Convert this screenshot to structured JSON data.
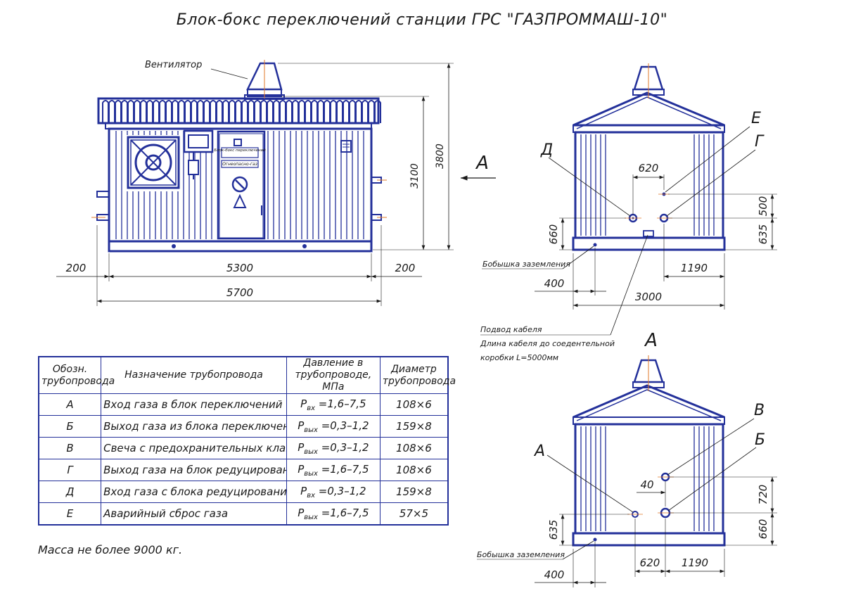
{
  "title": "Блок-бокс переключений станции ГРС \"ГАЗПРОММАШ-10\"",
  "front_view": {
    "fan_label": "Вентилятор",
    "door_plate_1": "Блок-бокс переключений",
    "door_plate_2": "Огнеопасно-газ",
    "dims": {
      "height_low": "3100",
      "height_high": "3800",
      "left_offset": "200",
      "body_width": "5300",
      "right_offset": "200",
      "total_width": "5700"
    },
    "arrow_label": "А"
  },
  "side_view_top": {
    "labels": {
      "D": "Д",
      "E": "Е",
      "G": "Г"
    },
    "dims": {
      "d620": "620",
      "d500": "500",
      "d660": "660",
      "d635": "635",
      "d1190": "1190",
      "d400": "400",
      "d3000": "3000"
    },
    "ground_boss": "Бобышка заземления"
  },
  "cable_note": {
    "line1": "Подвод кабеля",
    "line2": "Длина кабеля до соедентельной",
    "line3": "коробки L=5000мм"
  },
  "view_a": {
    "view_label": "А",
    "labels": {
      "V": "В",
      "B": "Б",
      "A": "А"
    },
    "dims": {
      "d40": "40",
      "d720": "720",
      "d635": "635",
      "d660": "660",
      "d620": "620",
      "d1190": "1190",
      "d400": "400"
    },
    "ground_boss": "Бобышка заземления"
  },
  "table": {
    "headers": {
      "designation": "Обозн. трубопровода",
      "purpose": "Назначение трубопровода",
      "pressure": "Давление в трубопроводе, МПа",
      "diameter": "Диаметр трубопровода"
    },
    "rows": [
      {
        "id": "А",
        "purpose": "Вход газа в блок переключений",
        "p_main": "P",
        "p_sub": "вх",
        "p_val": " =1,6–7,5",
        "diameter": "108×6"
      },
      {
        "id": "Б",
        "purpose": "Выход газа из блока переключений",
        "p_main": "P",
        "p_sub": "вых",
        "p_val": " =0,3–1,2",
        "diameter": "159×8"
      },
      {
        "id": "В",
        "purpose": "Свеча с предохранительных клапанов",
        "p_main": "P",
        "p_sub": "вых",
        "p_val": " =0,3–1,2",
        "diameter": "108×6"
      },
      {
        "id": "Г",
        "purpose": "Выход газа на блок редуцирования",
        "p_main": "P",
        "p_sub": "вых",
        "p_val": " =1,6–7,5",
        "diameter": "108×6"
      },
      {
        "id": "Д",
        "purpose": "Вход газа с блока редуцирования",
        "p_main": "P",
        "p_sub": "вх",
        "p_val": " =0,3–1,2",
        "diameter": "159×8"
      },
      {
        "id": "Е",
        "purpose": "Аварийный сброс газа",
        "p_main": "P",
        "p_sub": "вых",
        "p_val": " =1,6–7,5",
        "diameter": "57×5"
      }
    ]
  },
  "mass_note": "Масса не более 9000 кг.",
  "colors": {
    "line_blue": "#23309a",
    "ink": "#1a1a1a",
    "accent_orange": "#e07a2a"
  }
}
